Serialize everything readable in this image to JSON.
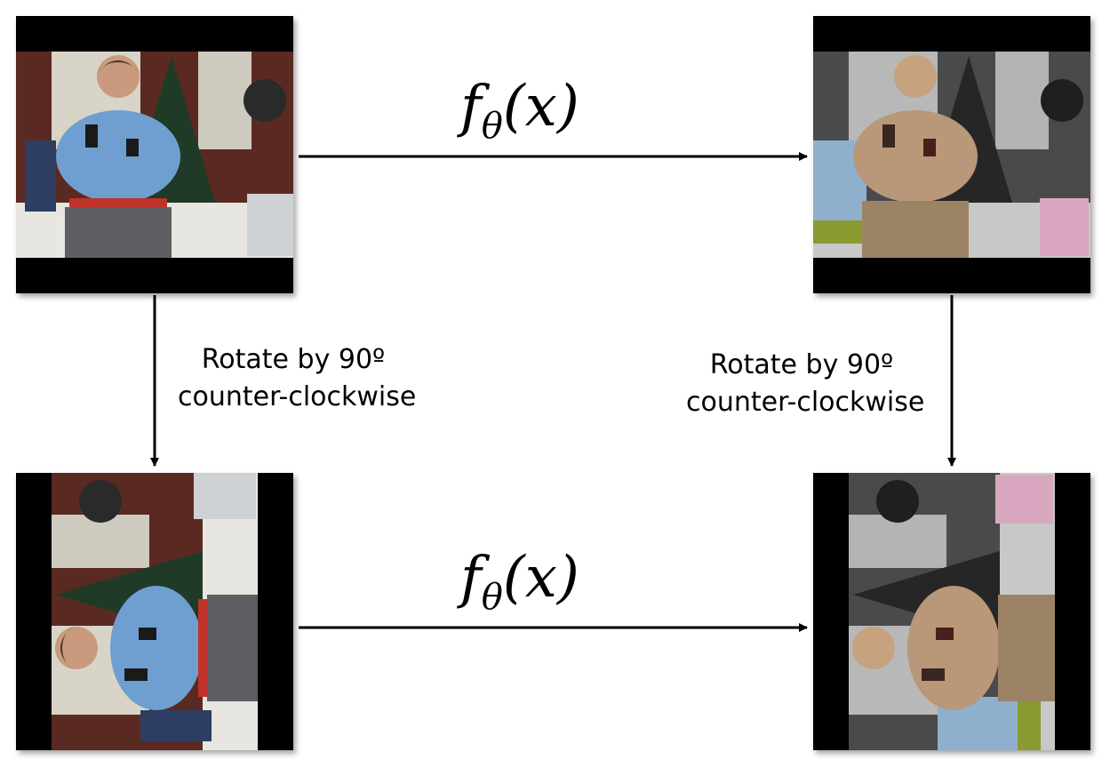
{
  "top_function": {
    "symbol": "f",
    "subscript": "θ",
    "argument": "(x)"
  },
  "bottom_function": {
    "symbol": "f",
    "subscript": "θ",
    "argument": "(x)"
  },
  "left_label": {
    "line1": "Rotate by 90º",
    "line2": "counter-clockwise"
  },
  "right_label": {
    "line1": "Rotate by 90º",
    "line2": "counter-clockwise"
  },
  "colors": {
    "sweater": "#6f9fd0",
    "skirt": "#5f5f63",
    "belt": "#c0332b",
    "wall": "#5a2a22",
    "tree": "#1f3a26",
    "seg_person": "#b89878",
    "seg_couch": "#8fb0cc",
    "seg_laptop": "#d9a8c0",
    "seg_plant": "#8a9a30"
  }
}
